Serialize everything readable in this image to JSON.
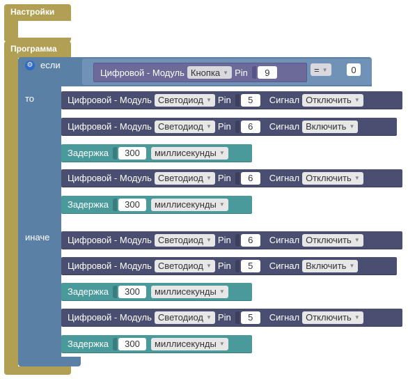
{
  "setup": {
    "label": "Настройки"
  },
  "program": {
    "label": "Программа"
  },
  "if_block": {
    "if_label": "если",
    "then_label": "то",
    "else_label": "иначе",
    "condition": {
      "label": "Цифровой - Модуль",
      "module": "Кнопка",
      "pin_label": "Pin",
      "pin": "9",
      "operator": "=",
      "compare_value": "0"
    }
  },
  "then_blocks": [
    {
      "type": "digital",
      "label": "Цифровой - Модуль",
      "module": "Светодиод",
      "pin_label": "Pin",
      "pin": "5",
      "signal_label": "Сигнал",
      "signal": "Отключить"
    },
    {
      "type": "digital",
      "label": "Цифровой - Модуль",
      "module": "Светодиод",
      "pin_label": "Pin",
      "pin": "6",
      "signal_label": "Сигнал",
      "signal": "Включить"
    },
    {
      "type": "delay",
      "label": "Задержка",
      "value": "300",
      "unit": "миллисекунды"
    },
    {
      "type": "digital",
      "label": "Цифровой - Модуль",
      "module": "Светодиод",
      "pin_label": "Pin",
      "pin": "6",
      "signal_label": "Сигнал",
      "signal": "Отключить"
    },
    {
      "type": "delay",
      "label": "Задержка",
      "value": "300",
      "unit": "миллисекунды"
    }
  ],
  "else_blocks": [
    {
      "type": "digital",
      "label": "Цифровой - Модуль",
      "module": "Светодиод",
      "pin_label": "Pin",
      "pin": "6",
      "signal_label": "Сигнал",
      "signal": "Отключить"
    },
    {
      "type": "digital",
      "label": "Цифровой - Модуль",
      "module": "Светодиод",
      "pin_label": "Pin",
      "pin": "5",
      "signal_label": "Сигнал",
      "signal": "Включить"
    },
    {
      "type": "delay",
      "label": "Задержка",
      "value": "300",
      "unit": "миллисекунды"
    },
    {
      "type": "digital",
      "label": "Цифровой - Модуль",
      "module": "Светодиод",
      "pin_label": "Pin",
      "pin": "5",
      "signal_label": "Сигнал",
      "signal": "Отключить"
    },
    {
      "type": "delay",
      "label": "Задержка",
      "value": "300",
      "unit": "миллисекунды"
    }
  ],
  "colors": {
    "program_block": "#b19f53",
    "if_block": "#5b80a5",
    "digital_block": "#4a4f72",
    "delay_block": "#4a9a9c",
    "condition_block": "#6b6a98"
  }
}
